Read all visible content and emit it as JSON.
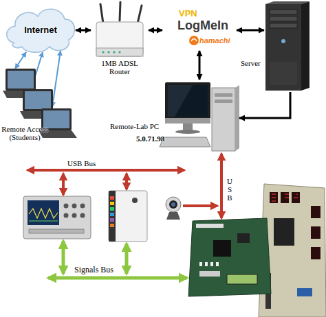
{
  "diagram": {
    "nodes": [
      {
        "text": [
          "Internet"
        ]
      },
      {
        "text": [
          "1MB ADSL Router"
        ]
      },
      {
        "text": [
          "VPN",
          "LogMeIn",
          "hamachi"
        ]
      },
      {
        "text": [
          "Server"
        ]
      },
      {
        "text": [
          "Remote Access (Students)"
        ]
      },
      {
        "text": [
          "Remote-Lab PC",
          "5.0.71.98"
        ]
      }
    ],
    "edges": [
      {
        "from": 0,
        "to": 1,
        "arrow": "both"
      },
      {
        "from": 1,
        "to": 2,
        "arrow": "both"
      },
      {
        "from": 2,
        "to": 3,
        "arrow": "both"
      },
      {
        "from": 0,
        "to": 4,
        "arrow": "both"
      },
      {
        "from": 2,
        "to": 5,
        "arrow": "both"
      },
      {
        "from": 3,
        "to": 5,
        "arrow": "to"
      }
    ],
    "labels": [
      "USB Bus",
      "USB",
      "Signals Bus"
    ]
  }
}
